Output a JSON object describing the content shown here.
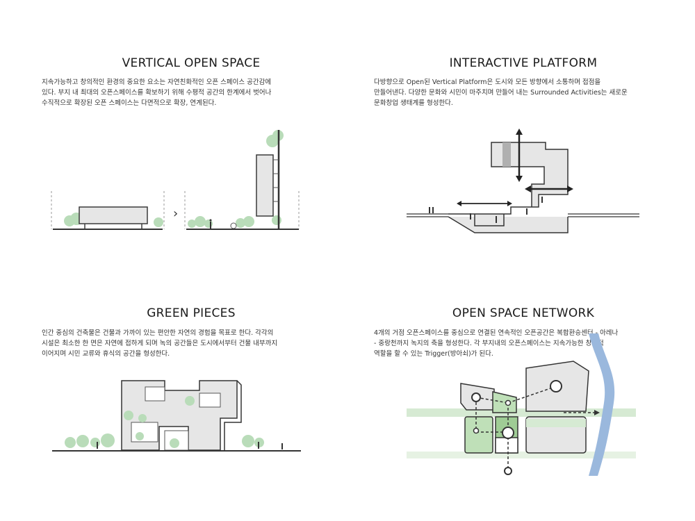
{
  "panels": [
    {
      "title": "VERTICAL OPEN SPACE",
      "lines": [
        "  지속가능하고 창의적인 환경의 중요한 요소는 자연친화적인 오픈 스페이스 공간감에",
        "있다. 부지 내 최대의 오픈스페이스를 확보하기 위해 수평적 공간의 한계에서 벗어나",
        "수직적으로 확장된 오픈 스페이스는 다면적으로 확장, 연계된다."
      ]
    },
    {
      "title": "INTERACTIVE PLATFORM",
      "lines": [
        "  다방향으로 Open된 Vertical Platform은 도시와 모든 방향에서 소통하며 접점을",
        "만들어낸다. 다양한 문화와 시민이 마주치며 만들어 내는 Surrounded Activities는 새로운",
        "문화창업 생태계를 형성한다."
      ]
    },
    {
      "title": "GREEN PIECES",
      "lines": [
        "  인간 중심의 건축물은 건물과 가까이 있는 편안한 자연의 경험을 목표로 한다. 각각의",
        "시설은 최소한 한 면은 자연에 접하게 되며 녹의 공간들은 도시에서부터 건물 내부까지",
        "이어지며 시민 교류와 휴식의 공간을 형성한다."
      ]
    },
    {
      "title": "OPEN SPACE NETWORK",
      "lines": [
        "  4개의 거점 오픈스페이스를 중심으로 연결된 연속적인 오픈공간은 복합환승센터 - 아레나",
        "- 중랑천까지 녹지의 축을 형성한다. 각 부지내의 오픈스페이스는 지속가능한 창조적",
        "역할을 할 수 있는 Trigger(방아쇠)가 된다."
      ]
    }
  ],
  "colors": {
    "building_fill": "#e6e6e6",
    "building_stroke": "#3a3a3a",
    "tree": "#b9dcb9",
    "green_band": "#d6ead3",
    "green_block": "#bfe0b8",
    "green_block_dark": "#9fcc95",
    "river": "#9ab8dd"
  },
  "arrow_glyph": "›"
}
